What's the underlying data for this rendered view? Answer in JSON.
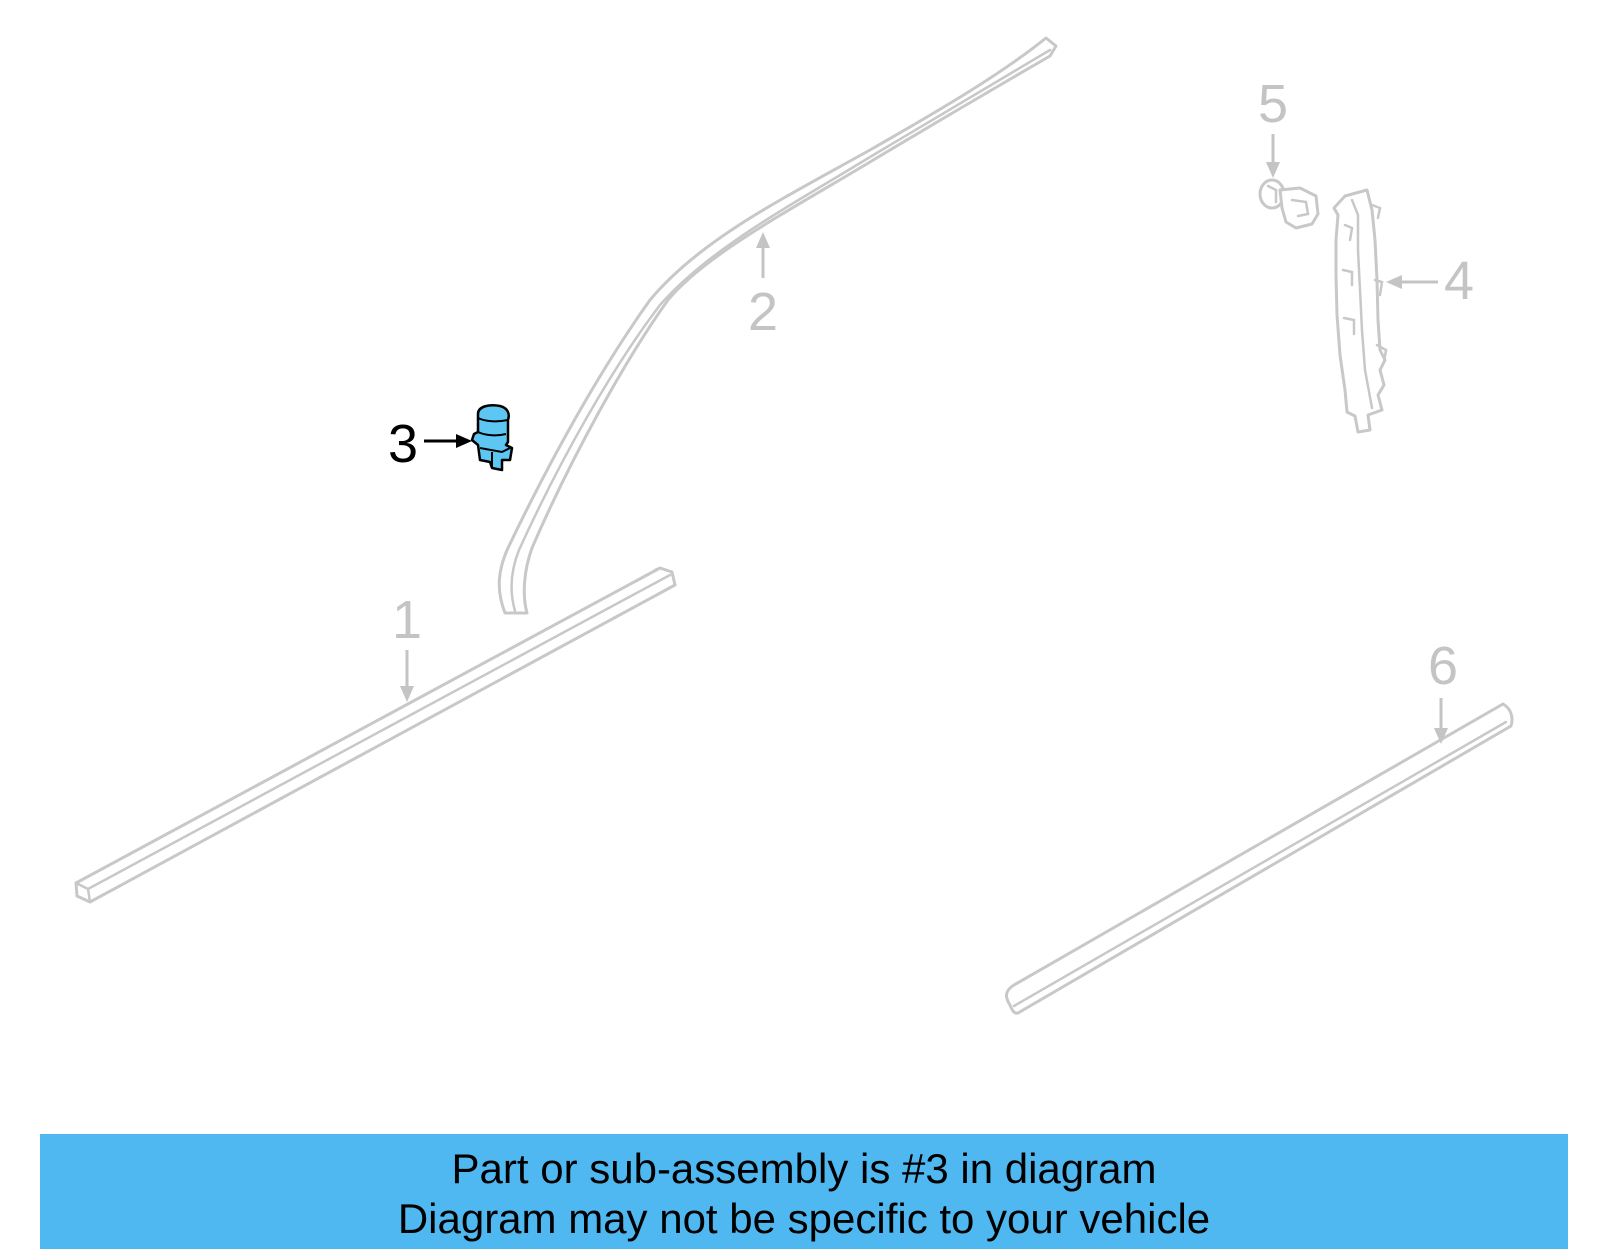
{
  "callouts": {
    "c1": "1",
    "c2": "2",
    "c3": "3",
    "c4": "4",
    "c5": "5",
    "c6": "6"
  },
  "highlight_color": "#5ec6f2",
  "banner": {
    "line1": "Part or sub-assembly is #3 in diagram",
    "line2": "Diagram may not be specific to your vehicle",
    "background": "#4fb8f0"
  }
}
